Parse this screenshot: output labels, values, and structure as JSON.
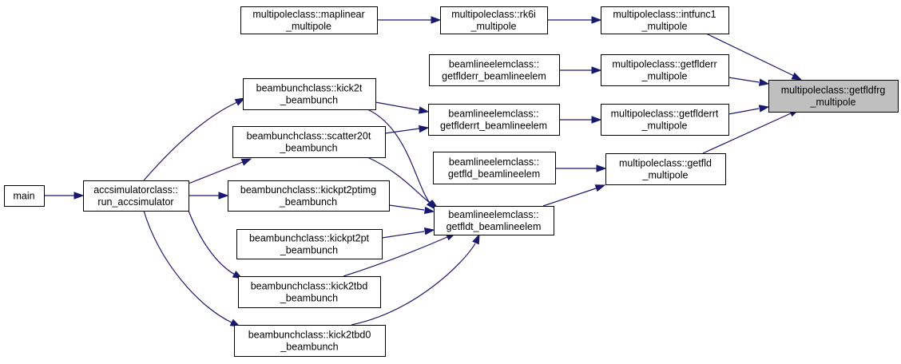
{
  "graph": {
    "type": "caller-graph",
    "colors": {
      "edge": "#191970",
      "node_border": "#000000",
      "highlight_fill": "#bfbfbf",
      "node_fill": "#ffffff"
    },
    "nodes": [
      {
        "id": "getfldfrg",
        "line1": "multipoleclass::getfldfrg",
        "line2": "_multipole",
        "highlight": true
      },
      {
        "id": "intfunc1",
        "line1": "multipoleclass::intfunc1",
        "line2": "_multipole"
      },
      {
        "id": "rk6i",
        "line1": "multipoleclass::rk6i",
        "line2": "_multipole"
      },
      {
        "id": "maplinear",
        "line1": "multipoleclass::maplinear",
        "line2": "_multipole"
      },
      {
        "id": "getflderr_ble",
        "line1": "beamlineelemclass::",
        "line2": "getflderr_beamlineelem"
      },
      {
        "id": "getflderr",
        "line1": "multipoleclass::getflderr",
        "line2": "_multipole"
      },
      {
        "id": "kick2t",
        "line1": "beambunchclass::kick2t",
        "line2": "_beambunch"
      },
      {
        "id": "getflderrt_ble",
        "line1": "beamlineelemclass::",
        "line2": "getflderrt_beamlineelem"
      },
      {
        "id": "getflderrt",
        "line1": "multipoleclass::getflderrt",
        "line2": "_multipole"
      },
      {
        "id": "scatter20t",
        "line1": "beambunchclass::scatter20t",
        "line2": "_beambunch"
      },
      {
        "id": "getfld_ble",
        "line1": "beamlineelemclass::",
        "line2": "getfld_beamlineelem"
      },
      {
        "id": "getfld",
        "line1": "multipoleclass::getfld",
        "line2": "_multipole"
      },
      {
        "id": "main",
        "line1": "main",
        "line2": ""
      },
      {
        "id": "run_acc",
        "line1": "accsimulatorclass::",
        "line2": "run_accsimulator"
      },
      {
        "id": "kickpt2ptimg",
        "line1": "beambunchclass::kickpt2ptimg",
        "line2": "_beambunch"
      },
      {
        "id": "getfldt_ble",
        "line1": "beamlineelemclass::",
        "line2": "getfldt_beamlineelem"
      },
      {
        "id": "kickpt2pt",
        "line1": "beambunchclass::kickpt2pt",
        "line2": "_beambunch"
      },
      {
        "id": "kick2tbd",
        "line1": "beambunchclass::kick2tbd",
        "line2": "_beambunch"
      },
      {
        "id": "kick2tbd0",
        "line1": "beambunchclass::kick2tbd0",
        "line2": "_beambunch"
      }
    ],
    "edges": [
      {
        "from": "maplinear",
        "to": "rk6i"
      },
      {
        "from": "rk6i",
        "to": "intfunc1"
      },
      {
        "from": "intfunc1",
        "to": "getfldfrg"
      },
      {
        "from": "getflderr_ble",
        "to": "getflderr"
      },
      {
        "from": "getflderr",
        "to": "getfldfrg"
      },
      {
        "from": "kick2t",
        "to": "getflderrt_ble"
      },
      {
        "from": "getflderrt_ble",
        "to": "getflderrt"
      },
      {
        "from": "getflderrt",
        "to": "getfldfrg"
      },
      {
        "from": "scatter20t",
        "to": "getflderrt_ble"
      },
      {
        "from": "getfld_ble",
        "to": "getfld"
      },
      {
        "from": "getfld",
        "to": "getfldfrg"
      },
      {
        "from": "getfldt_ble",
        "to": "getfld"
      },
      {
        "from": "main",
        "to": "run_acc"
      },
      {
        "from": "run_acc",
        "to": "kick2t"
      },
      {
        "from": "run_acc",
        "to": "scatter20t"
      },
      {
        "from": "run_acc",
        "to": "kickpt2ptimg"
      },
      {
        "from": "run_acc",
        "to": "kick2tbd"
      },
      {
        "from": "run_acc",
        "to": "kick2tbd0"
      },
      {
        "from": "kick2t",
        "to": "getfldt_ble"
      },
      {
        "from": "scatter20t",
        "to": "getfldt_ble"
      },
      {
        "from": "kickpt2ptimg",
        "to": "getfldt_ble"
      },
      {
        "from": "kickpt2pt",
        "to": "getfldt_ble"
      },
      {
        "from": "kick2tbd",
        "to": "getfldt_ble"
      },
      {
        "from": "kick2tbd0",
        "to": "getfldt_ble"
      }
    ]
  }
}
